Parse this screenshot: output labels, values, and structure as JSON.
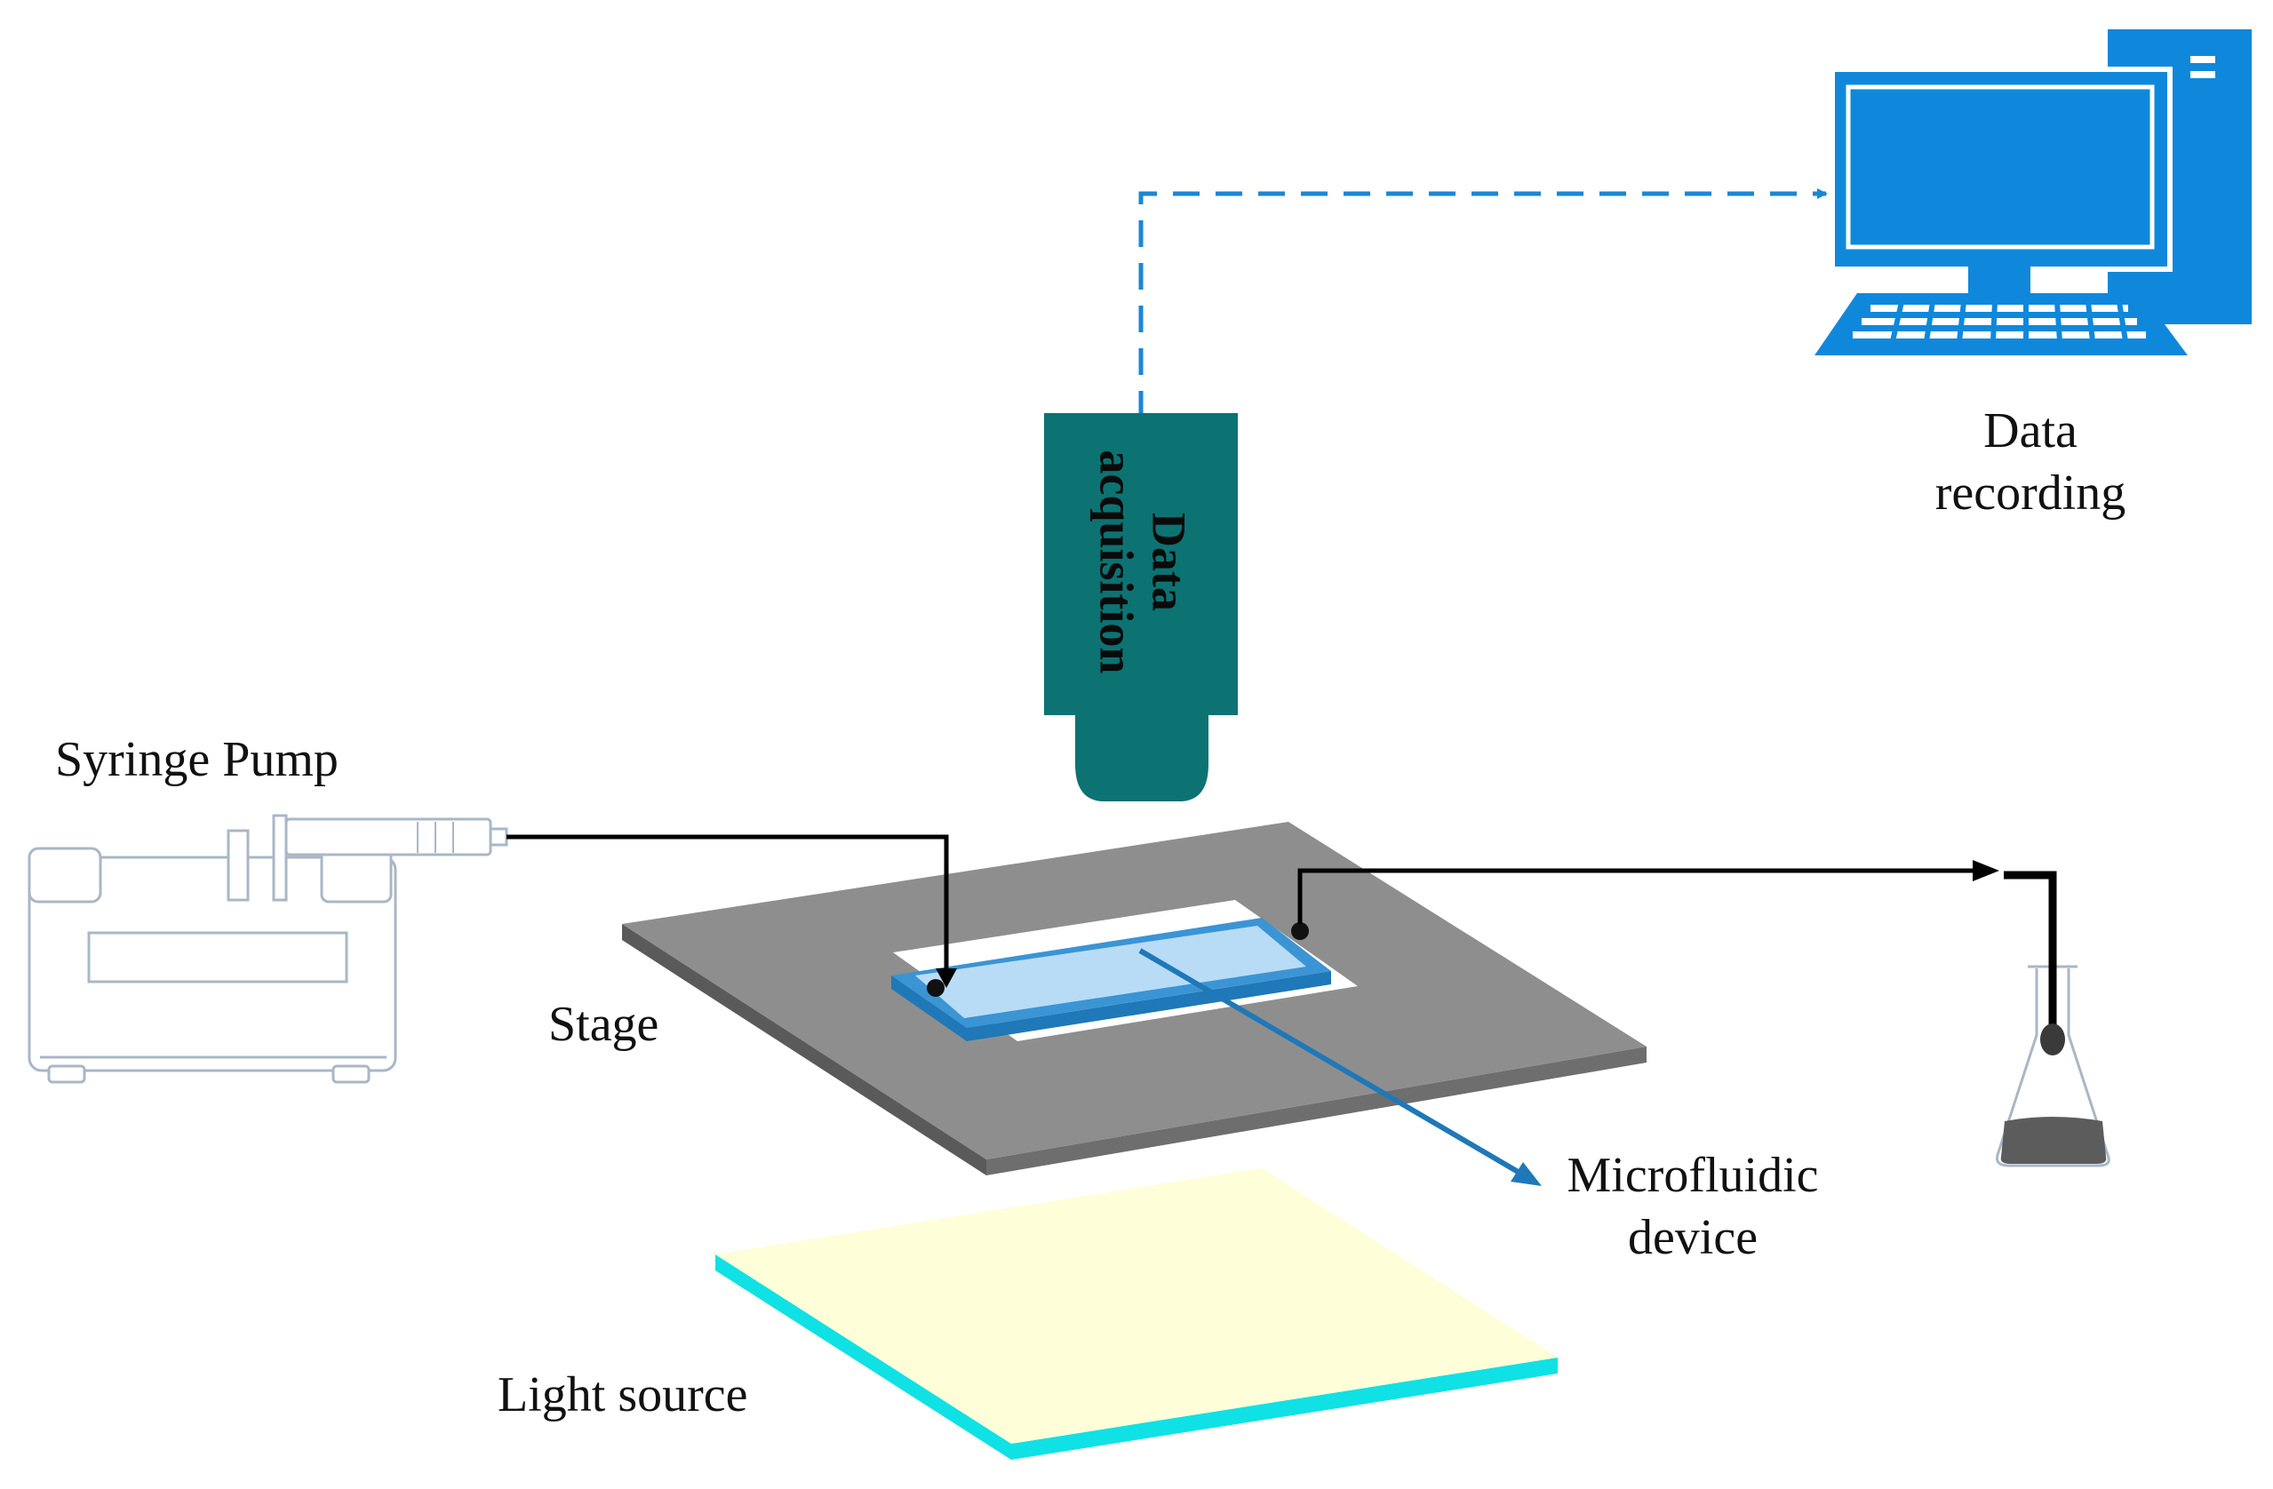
{
  "labels": {
    "data_recording_line1": "Data",
    "data_recording_line2": "recording",
    "data_acquisition_line1": "Data",
    "data_acquisition_line2": "acquisition",
    "syringe_pump": "Syringe Pump",
    "stage": "Stage",
    "microfluidic_line1": "Microfluidic",
    "microfluidic_line2": "device",
    "light_source": "Light source"
  },
  "icons": {
    "computer": "desktop-computer-icon",
    "camera": "microscope-camera-icon",
    "pump": "syringe-pump-icon",
    "flask": "collection-flask-icon"
  },
  "colors": {
    "computer_blue": "#0f88dc",
    "signal_dashed": "#1b86d6",
    "camera_teal": "#0c7272",
    "stage_gray": "#8e8e8e",
    "device_blue": "#2a88cc",
    "light_top": "#fefed8",
    "light_edge": "#10e1e5",
    "tubing": "#000000"
  }
}
